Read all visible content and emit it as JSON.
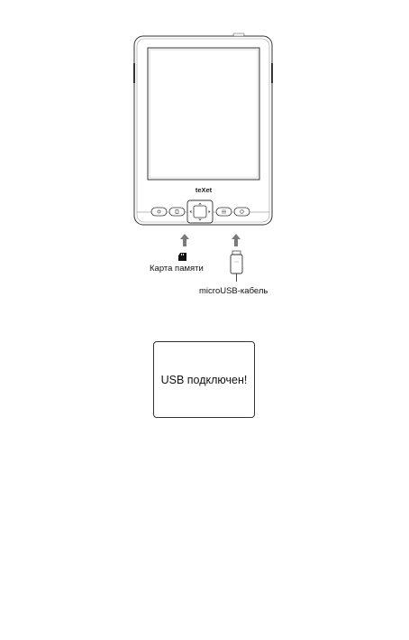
{
  "device": {
    "brand_logo": "teXet"
  },
  "labels": {
    "memory_card": "Карта памяти",
    "usb_cable": "microUSB-кабель"
  },
  "status_screen": {
    "message": "USB подключен!"
  },
  "colors": {
    "outline": "#333333",
    "arrow": "#7a7a7a",
    "background": "#ffffff"
  },
  "icons": [
    "up-arrow-icon",
    "microsd-card-icon",
    "usb-plug-icon",
    "d-pad-icon"
  ]
}
